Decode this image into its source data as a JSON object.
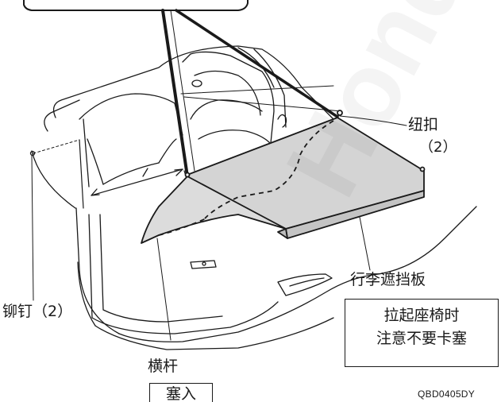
{
  "labels": {
    "button_fastener": "纽扣",
    "button_fastener_qty": "（2）",
    "cargo_cover": "行李遮挡板",
    "rivet": "铆钉（2）",
    "crossbar": "横杆",
    "insert": "塞入",
    "note_line1": "拉起座椅时",
    "note_line2": "注意不要卡塞",
    "figure_code": "QBD0405DY"
  },
  "watermark": "Honda",
  "colors": {
    "line": "#1a1a1a",
    "cover_fill": "#d4d4d4",
    "background": "#ffffff"
  }
}
